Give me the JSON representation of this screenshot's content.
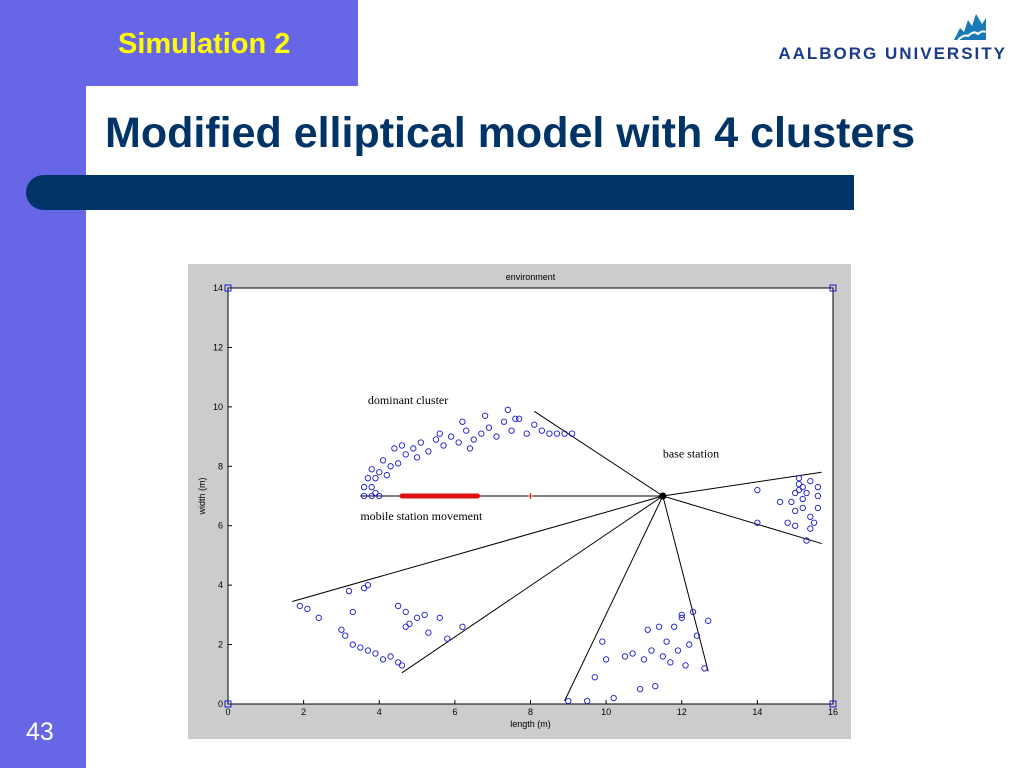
{
  "slide": {
    "section_title": "Simulation 2",
    "title": "Modified elliptical model with 4 clusters",
    "page_number": "43",
    "colors": {
      "sidebar": "#6666e6",
      "title_text": "#003366",
      "section_text": "#ffff00",
      "bar": "#003366"
    }
  },
  "logo": {
    "text": "AALBORG UNIVERSITY",
    "icon": "aalborg-university-logo-icon"
  },
  "chart_data": {
    "type": "scatter",
    "title": "environment",
    "xlabel": "length (m)",
    "ylabel": "width  (m)",
    "xlim": [
      0,
      16
    ],
    "ylim": [
      0,
      14
    ],
    "xticks": [
      "0",
      "2",
      "4",
      "6",
      "8",
      "10",
      "12",
      "14",
      "16"
    ],
    "yticks": [
      "0",
      "2",
      "4",
      "6",
      "8",
      "10",
      "12",
      "14"
    ],
    "grid": false,
    "annotations": [
      {
        "text": "dominant cluster",
        "x": 3.7,
        "y": 10.1
      },
      {
        "text": "base station",
        "x": 11.5,
        "y": 8.3
      },
      {
        "text": "mobile station movement",
        "x": 3.5,
        "y": 6.2
      }
    ],
    "corner_markers": [
      [
        0,
        14
      ],
      [
        16,
        14
      ],
      [
        0,
        0
      ],
      [
        16,
        0
      ]
    ],
    "base_station": [
      11.5,
      7.0
    ],
    "mobile_path": {
      "x": [
        3.5,
        11.5
      ],
      "y": [
        7.0,
        7.0
      ]
    },
    "mobile_movement": {
      "x": [
        4.6,
        6.6
      ],
      "y": [
        7.0,
        7.0
      ]
    },
    "mobile_marker": [
      8.0,
      7.0
    ],
    "boundary_lines": [
      [
        [
          11.5,
          7.0
        ],
        [
          8.1,
          9.85
        ]
      ],
      [
        [
          11.5,
          7.0
        ],
        [
          15.7,
          7.8
        ]
      ],
      [
        [
          11.5,
          7.0
        ],
        [
          15.7,
          5.4
        ]
      ],
      [
        [
          11.5,
          7.0
        ],
        [
          1.7,
          3.45
        ]
      ],
      [
        [
          11.5,
          7.0
        ],
        [
          4.6,
          1.05
        ]
      ],
      [
        [
          11.5,
          7.0
        ],
        [
          8.9,
          0.1
        ]
      ],
      [
        [
          11.5,
          7.0
        ],
        [
          12.7,
          1.1
        ]
      ]
    ],
    "series": [
      {
        "points": [
          [
            3.6,
            7.0
          ],
          [
            3.8,
            7.0
          ],
          [
            4.0,
            7.0
          ],
          [
            3.6,
            7.3
          ],
          [
            3.8,
            7.3
          ],
          [
            3.7,
            7.6
          ],
          [
            3.9,
            7.6
          ],
          [
            3.8,
            7.9
          ],
          [
            4.0,
            7.8
          ],
          [
            4.1,
            8.2
          ],
          [
            4.3,
            8.0
          ],
          [
            4.2,
            7.7
          ],
          [
            4.5,
            8.1
          ],
          [
            4.7,
            8.4
          ],
          [
            4.9,
            8.6
          ],
          [
            5.1,
            8.8
          ],
          [
            5.3,
            8.5
          ],
          [
            5.5,
            8.9
          ],
          [
            5.7,
            8.7
          ],
          [
            5.9,
            9.0
          ],
          [
            6.1,
            8.8
          ],
          [
            6.3,
            9.2
          ],
          [
            6.5,
            8.9
          ],
          [
            6.7,
            9.1
          ],
          [
            6.9,
            9.3
          ],
          [
            7.1,
            9.0
          ],
          [
            7.3,
            9.5
          ],
          [
            7.5,
            9.2
          ],
          [
            7.7,
            9.6
          ],
          [
            7.9,
            9.1
          ],
          [
            8.1,
            9.4
          ],
          [
            8.3,
            9.2
          ],
          [
            8.5,
            9.1
          ],
          [
            8.7,
            9.1
          ],
          [
            8.9,
            9.1
          ],
          [
            9.1,
            9.1
          ],
          [
            4.4,
            8.6
          ],
          [
            5.0,
            8.3
          ],
          [
            5.6,
            9.1
          ],
          [
            6.2,
            9.5
          ],
          [
            6.8,
            9.7
          ],
          [
            7.4,
            9.9
          ],
          [
            7.6,
            9.6
          ],
          [
            6.4,
            8.6
          ],
          [
            3.9,
            7.1
          ],
          [
            4.6,
            8.7
          ]
        ]
      },
      {
        "points": [
          [
            14.0,
            7.2
          ],
          [
            14.0,
            6.1
          ],
          [
            14.6,
            6.8
          ],
          [
            14.8,
            6.1
          ],
          [
            14.9,
            6.8
          ],
          [
            15.0,
            7.1
          ],
          [
            15.0,
            6.0
          ],
          [
            15.0,
            6.5
          ],
          [
            15.1,
            7.4
          ],
          [
            15.1,
            7.6
          ],
          [
            15.2,
            7.3
          ],
          [
            15.2,
            6.9
          ],
          [
            15.2,
            6.6
          ],
          [
            15.3,
            7.1
          ],
          [
            15.4,
            7.5
          ],
          [
            15.4,
            6.3
          ],
          [
            15.4,
            5.9
          ],
          [
            15.5,
            6.1
          ],
          [
            15.6,
            7.3
          ],
          [
            15.6,
            6.6
          ],
          [
            15.6,
            7.0
          ],
          [
            15.3,
            5.5
          ],
          [
            15.1,
            7.2
          ]
        ]
      },
      {
        "points": [
          [
            1.9,
            3.3
          ],
          [
            2.1,
            3.2
          ],
          [
            2.4,
            2.9
          ],
          [
            3.0,
            2.5
          ],
          [
            3.1,
            2.3
          ],
          [
            3.3,
            3.1
          ],
          [
            3.3,
            2.0
          ],
          [
            3.5,
            1.9
          ],
          [
            3.7,
            1.8
          ],
          [
            3.9,
            1.7
          ],
          [
            4.1,
            1.5
          ],
          [
            4.3,
            1.6
          ],
          [
            4.5,
            1.4
          ],
          [
            4.6,
            1.3
          ],
          [
            4.5,
            3.3
          ],
          [
            4.7,
            3.1
          ],
          [
            4.8,
            2.7
          ],
          [
            5.0,
            2.9
          ],
          [
            5.2,
            3.0
          ],
          [
            5.3,
            2.4
          ],
          [
            5.6,
            2.9
          ],
          [
            5.8,
            2.2
          ],
          [
            6.2,
            2.6
          ],
          [
            3.2,
            3.8
          ],
          [
            3.6,
            3.9
          ],
          [
            4.7,
            2.6
          ],
          [
            3.7,
            4.0
          ]
        ]
      },
      {
        "points": [
          [
            9.0,
            0.1
          ],
          [
            9.5,
            0.1
          ],
          [
            9.7,
            0.9
          ],
          [
            9.9,
            2.1
          ],
          [
            10.0,
            1.5
          ],
          [
            10.2,
            0.2
          ],
          [
            10.5,
            1.6
          ],
          [
            10.7,
            1.7
          ],
          [
            11.0,
            1.5
          ],
          [
            11.1,
            2.5
          ],
          [
            11.2,
            1.8
          ],
          [
            11.4,
            2.6
          ],
          [
            11.5,
            1.6
          ],
          [
            11.6,
            2.1
          ],
          [
            11.7,
            1.4
          ],
          [
            11.9,
            1.8
          ],
          [
            12.0,
            2.9
          ],
          [
            12.1,
            1.3
          ],
          [
            12.2,
            2.0
          ],
          [
            12.3,
            3.1
          ],
          [
            12.4,
            2.3
          ],
          [
            12.6,
            1.2
          ],
          [
            12.7,
            2.8
          ],
          [
            11.3,
            0.6
          ],
          [
            10.9,
            0.5
          ],
          [
            11.8,
            2.6
          ],
          [
            12.0,
            3.0
          ]
        ]
      }
    ]
  }
}
